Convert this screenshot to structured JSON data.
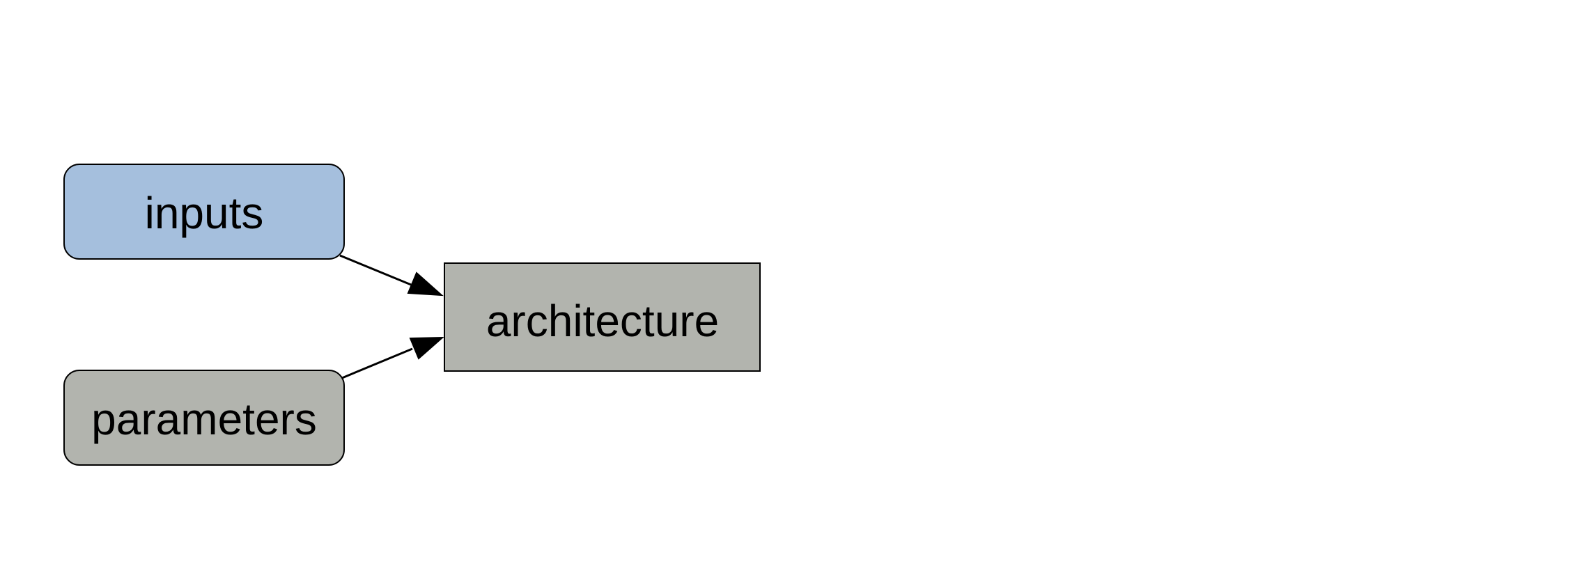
{
  "diagram": {
    "nodes": {
      "inputs": {
        "label": "inputs",
        "fill": "#a5bfdd"
      },
      "parameters": {
        "label": "parameters",
        "fill": "#b2b4ae"
      },
      "architecture": {
        "label": "architecture",
        "fill": "#b2b4ae"
      }
    },
    "edges": [
      {
        "from": "inputs",
        "to": "architecture"
      },
      {
        "from": "parameters",
        "to": "architecture"
      }
    ],
    "stroke_color": "#000000"
  }
}
